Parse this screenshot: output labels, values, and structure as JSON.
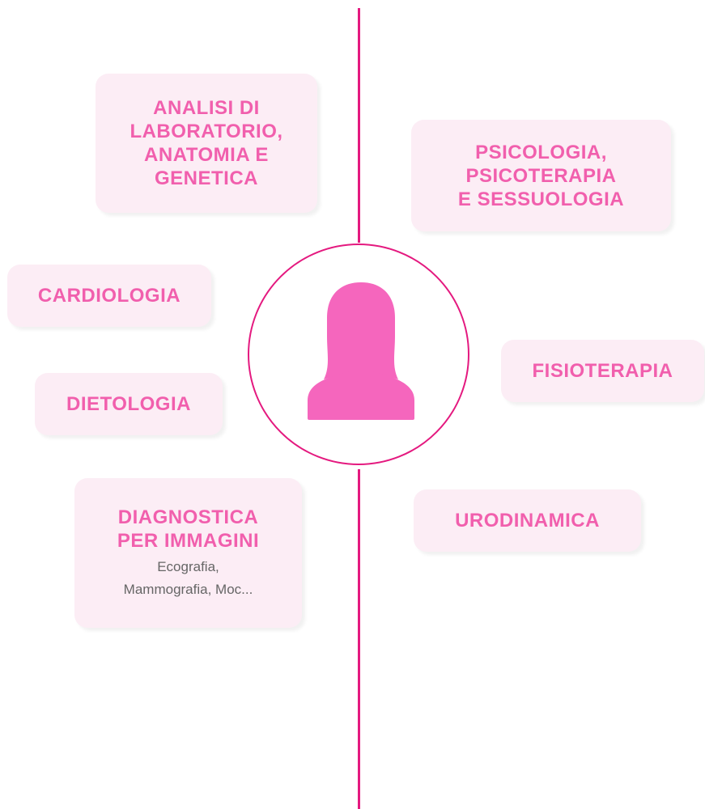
{
  "colors": {
    "accent_line": "#e4197f",
    "card_text": "#f15fad",
    "card_background": "#fcedf5",
    "avatar_fill": "#f566bd",
    "subtitle_text": "#666666"
  },
  "center": {
    "icon": "woman-avatar-icon"
  },
  "cards": {
    "analisi": {
      "lines": [
        "ANALISI DI",
        "LABORATORIO,",
        "ANATOMIA E",
        "GENETICA"
      ]
    },
    "psicologia": {
      "lines": [
        "PSICOLOGIA,",
        "PSICOTERAPIA",
        "E SESSUOLOGIA"
      ]
    },
    "cardiologia": {
      "lines": [
        "CARDIOLOGIA"
      ]
    },
    "fisioterapia": {
      "lines": [
        "FISIOTERAPIA"
      ]
    },
    "dietologia": {
      "lines": [
        "DIETOLOGIA"
      ]
    },
    "diagnostica": {
      "lines": [
        "DIAGNOSTICA",
        "PER IMMAGINI"
      ],
      "subtitle_lines": [
        "Ecografia,",
        "Mammografia, Moc..."
      ]
    },
    "urodinamica": {
      "lines": [
        "URODINAMICA"
      ]
    }
  }
}
